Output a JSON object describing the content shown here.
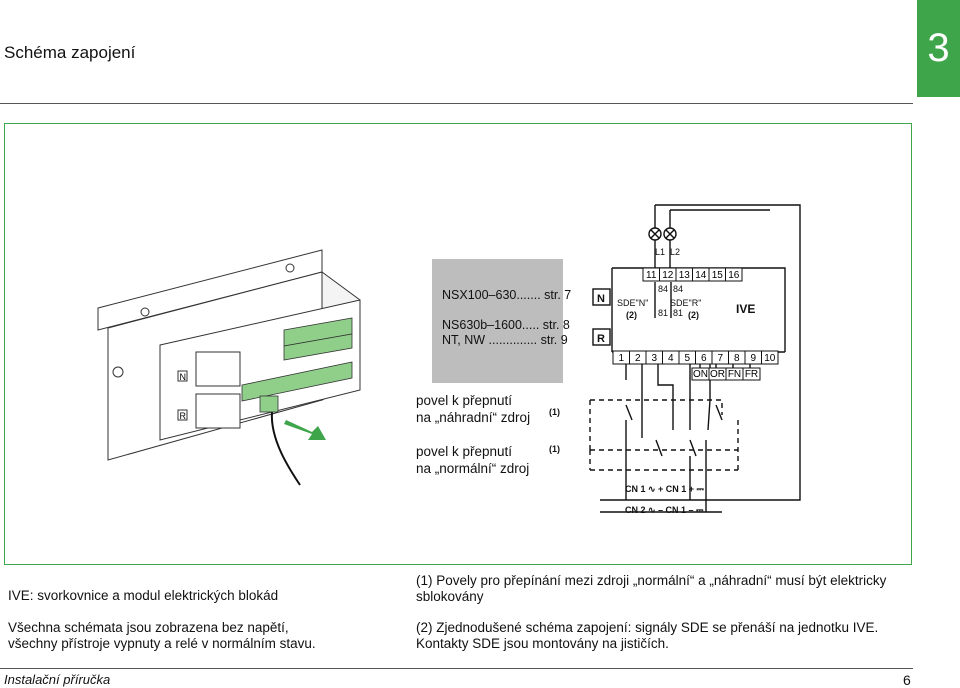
{
  "header": {
    "title": "Schéma zapojení",
    "chapter": "3"
  },
  "diagram": {
    "references": {
      "line1": "NSX100–630....... str. 7",
      "line2": "NS630b–1600..... str. 8",
      "line3": "NT, NW .............. str. 9"
    },
    "labels": {
      "N": "N",
      "R": "R",
      "L1": "L1",
      "L2": "L2",
      "IVE": "IVE",
      "sde_n": "SDE\"N\"",
      "sde_r": "SDE\"R\"",
      "n2a": "(2)",
      "n2b": "(2)",
      "c84a": "84",
      "c84b": "84",
      "c81a": "81",
      "c81b": "81",
      "cmd1_marker": "(1)",
      "cmd2_marker": "(1)",
      "cn1": "CN 1 ∿ + CN 1 + ⎓",
      "cn2": "CN 2 ∿ – CN 1 – ⎓"
    },
    "terminals_top": [
      "11",
      "12",
      "13",
      "14",
      "15",
      "16"
    ],
    "terminals_bottom": [
      "1",
      "2",
      "3",
      "4",
      "5",
      "6",
      "7",
      "8",
      "9",
      "10"
    ],
    "signals": [
      "ON",
      "OR",
      "FN",
      "FR"
    ],
    "cmd_alt": {
      "line1": "povel k přepnutí",
      "line2": "na „náhradní“ zdroj"
    },
    "cmd_norm": {
      "line1": "povel k přepnutí",
      "line2": "na „normální“ zdroj"
    }
  },
  "notes": {
    "left1": "IVE: svorkovnice a modul elektrických blokád",
    "left2a": "Všechna schémata jsou zobrazena bez napětí,",
    "left2b": "všechny přístroje vypnuty a relé v normálním stavu.",
    "right1a": "(1) Povely pro přepínání mezi zdroji „normální“ a „náhradní“ musí být elektricky",
    "right1b": "sblokovány",
    "right2a": "(2) Zjednodušené schéma zapojení: signály SDE se přenáší na jednotku IVE.",
    "right2b": "Kontakty SDE jsou montovány na jističích."
  },
  "footer": {
    "text": "Instalační příručka",
    "page": "6"
  },
  "colors": {
    "accent": "#3ea54b",
    "terminal_green": "#8fcf8a",
    "gray_box": "#bdbdbd"
  }
}
